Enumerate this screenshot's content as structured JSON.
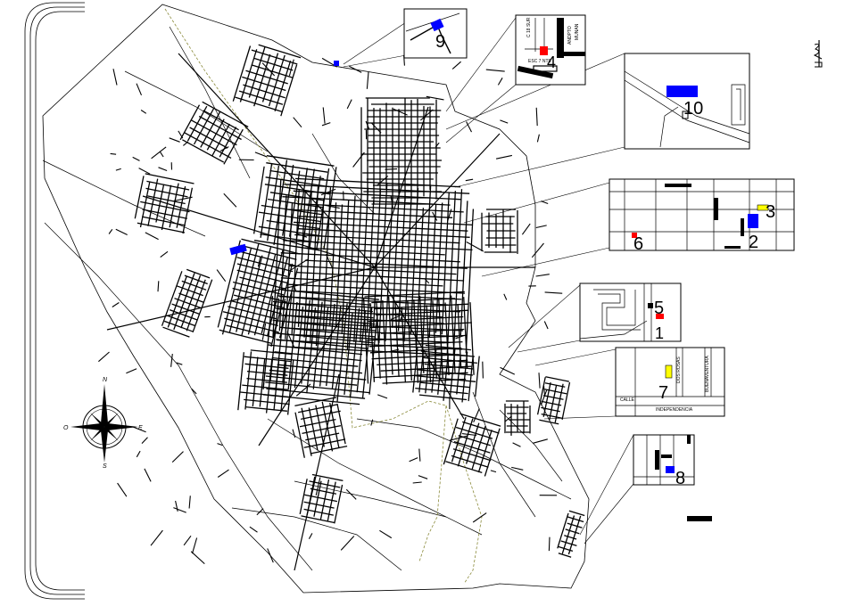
{
  "colors": {
    "background": "#ffffff",
    "ink": "#000000",
    "site_blue": "#0000ff",
    "site_red": "#ff0000",
    "site_yellow": "#ffff00",
    "river": "#8a8a3a"
  },
  "compass": {
    "north": "N",
    "south": "S",
    "east": "E",
    "west": "O",
    "icon": "compass-rose-icon"
  },
  "insets": [
    {
      "id": "inset-9",
      "labels": [
        "9"
      ]
    },
    {
      "id": "inset-4",
      "labels": [
        "4"
      ],
      "street_texts": [
        "C 18 SUR",
        "ANDPTO",
        "MUNAN",
        "ESC 7 NTE"
      ]
    },
    {
      "id": "inset-10",
      "labels": [
        "10"
      ]
    },
    {
      "id": "inset-2-3-6",
      "labels": [
        "2",
        "3",
        "6"
      ]
    },
    {
      "id": "inset-5-1",
      "labels": [
        "5",
        "1"
      ]
    },
    {
      "id": "inset-7",
      "labels": [
        "7"
      ],
      "street_texts": [
        "CALLE",
        "INDEPENDENCIA",
        "DOS ROSAS",
        "BUENAVENTURA"
      ]
    },
    {
      "id": "inset-8",
      "labels": [
        "8"
      ]
    }
  ],
  "title_block": {
    "icon": "title-block-glyph-icon"
  }
}
